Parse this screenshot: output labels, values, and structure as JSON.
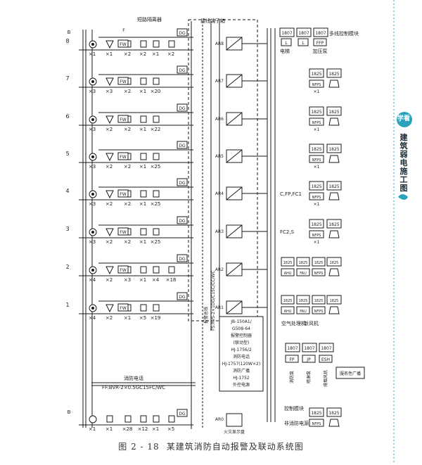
{
  "floors": [
    {
      "label": "8",
      "dev": [
        "×1",
        "×1",
        "×2",
        "×2",
        "×1",
        "×2"
      ]
    },
    {
      "label": "7",
      "dev": [
        "×3",
        "×3",
        "×2",
        "×1",
        "×20"
      ]
    },
    {
      "label": "6",
      "dev": [
        "×3",
        "×2",
        "×2",
        "×1",
        "×22"
      ]
    },
    {
      "label": "5",
      "dev": [
        "×3",
        "×2",
        "×2",
        "×1",
        "×25"
      ]
    },
    {
      "label": "4",
      "dev": [
        "×3",
        "×2",
        "×2",
        "×1",
        "×25"
      ]
    },
    {
      "label": "3",
      "dev": [
        "×3",
        "×2",
        "×2",
        "×1",
        "×25"
      ]
    },
    {
      "label": "2",
      "dev": [
        "×4",
        "×2",
        "×3",
        "×1",
        "×4",
        "×18"
      ]
    },
    {
      "label": "1",
      "dev": [
        "×4",
        "×2",
        "×1",
        "×5",
        "×19"
      ]
    }
  ],
  "basement_dev": [
    "×1",
    "×1",
    "×28",
    "×12",
    "×1",
    "×5"
  ],
  "letter_B": "B",
  "cat_F": "F",
  "cat_FW": "FW",
  "cat_DG": "DG",
  "labels": {
    "isolator": "短路隔离器",
    "terminal_box": "接线端子箱",
    "multi_module": "多线控制模块",
    "elevator": "电梯",
    "pressurize_fan": "加压泵",
    "cable_1": "C,FP,FC1",
    "cable_2": "FC2,S",
    "vertical_1": "报警总线",
    "vertical_2": "FS:RVS-2×1DG/C15C/CC/WC",
    "ac_unit": "空气处理机",
    "fresh_air": "新风机",
    "phone_title": "消防电话",
    "phone_cable": "FF:BVR-2×0.5GC15FC/WC",
    "fire_pump": "消防泵",
    "spray_pump": "喷淋泵",
    "smoke_fan": "排烟风机",
    "service_broadcast": "服务性广播",
    "control_module": "控制模块",
    "nonfire_power": "非消防电源",
    "fire_display": "火灾显示盘"
  },
  "panel": [
    "JB-150A1/",
    "G508-64",
    "报警控制器",
    "(联动型)",
    "HJ-1756/2",
    "消防电话",
    "HJ-1757(120W×2)",
    "消防广播",
    "HJ-1752",
    "外控电源"
  ],
  "ar": [
    "AR8",
    "AR7",
    "AR6",
    "AR5",
    "AR4",
    "AR3",
    "AR2",
    "AR1",
    "AR0"
  ],
  "modules": {
    "m1807": "1807",
    "m1825": "1825",
    "L": "L",
    "FFP": "FFP",
    "NFPS": "NFPS",
    "AHU": "AHU",
    "FAU": "FAU",
    "FP": "FP",
    "JP": "JP",
    "ESH": "ESH",
    "x1": "×1"
  },
  "caption_num": "图 2 - 18",
  "caption_text": "某建筑消防自动报警及联动系统图",
  "side_tags": [
    "学看",
    "建筑弱电施工图"
  ]
}
